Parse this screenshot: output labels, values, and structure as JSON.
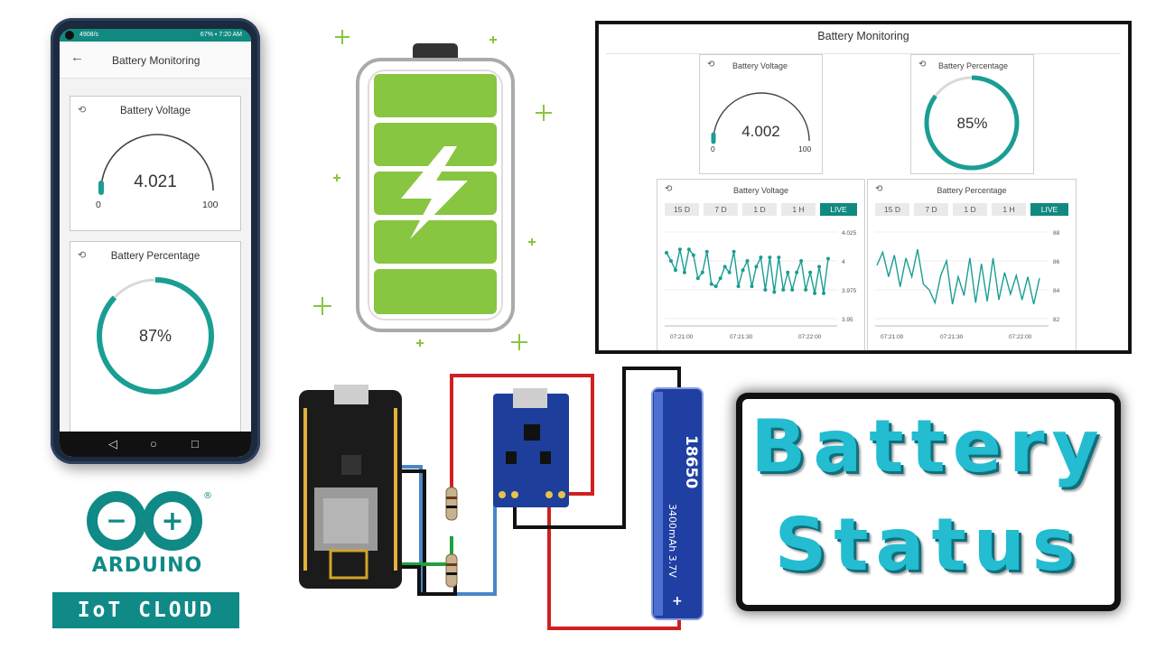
{
  "phone": {
    "status_left": "4908/s",
    "status_right": "67% ▪ 7:20 AM",
    "app_title": "Battery Monitoring",
    "voltage_card": {
      "title": "Battery Voltage",
      "value": "4.021",
      "min": "0",
      "max": "100"
    },
    "percentage_card": {
      "title": "Battery Percentage",
      "value": "87%",
      "level": 0.87
    }
  },
  "dashboard": {
    "title": "Battery Monitoring",
    "voltage_gauge": {
      "title": "Battery Voltage",
      "value": "4.002",
      "min": "0",
      "max": "100"
    },
    "percentage_gauge": {
      "title": "Battery Percentage",
      "value": "85%",
      "level": 0.85
    },
    "tabs": [
      "15 D",
      "7 D",
      "1 D",
      "1 H",
      "LIVE"
    ],
    "voltage_chart": {
      "title": "Battery Voltage",
      "y_ticks": [
        "4.025",
        "4",
        "3.975",
        "3.95"
      ],
      "x_ticks": [
        "07:21:00",
        "07:21:30",
        "07:22:00"
      ]
    },
    "percentage_chart": {
      "title": "Battery Percentage",
      "y_ticks": [
        "88",
        "86",
        "84",
        "82"
      ],
      "x_ticks": [
        "07:21:00",
        "07:21:30",
        "07:22:00"
      ]
    }
  },
  "chart_data": [
    {
      "type": "line",
      "title": "Battery Voltage",
      "ylim": [
        3.95,
        4.025
      ],
      "yticks": [
        3.95,
        3.975,
        4,
        4.025
      ],
      "xticks": [
        "07:21:00",
        "07:21:30",
        "07:22:00"
      ],
      "color": "#1a9e94",
      "values": [
        4.007,
        4.0,
        3.992,
        4.01,
        3.99,
        4.01,
        4.005,
        3.985,
        3.99,
        4.008,
        3.98,
        3.978,
        3.985,
        3.995,
        3.99,
        4.008,
        3.978,
        3.992,
        4.0,
        3.978,
        3.995,
        4.003,
        3.975,
        4.003,
        3.973,
        4.003,
        3.975,
        3.99,
        3.975,
        3.99,
        4.0,
        3.975,
        3.99,
        3.972,
        3.995,
        3.972,
        4.002
      ]
    },
    {
      "type": "line",
      "title": "Battery Percentage",
      "ylim": [
        82,
        88
      ],
      "yticks": [
        82,
        84,
        86,
        88
      ],
      "xticks": [
        "07:21:00",
        "07:21:30",
        "07:22:00"
      ],
      "color": "#1a9e94",
      "values": [
        85.7,
        86.6,
        84.9,
        86.4,
        84.2,
        86.2,
        84.9,
        86.8,
        84.4,
        84.0,
        83.1,
        85.0,
        86.0,
        83.0,
        84.9,
        83.6,
        86.2,
        83.1,
        85.8,
        83.2,
        86.2,
        83.3,
        85.2,
        83.7,
        85.0,
        83.3,
        84.9,
        83.0,
        84.8
      ]
    }
  ],
  "battery_cell": {
    "model": "18650",
    "spec": "3400mAh 3.7V",
    "plus": "+"
  },
  "title_box": {
    "line1": "Battery",
    "line2": "Status"
  },
  "logo": {
    "wordmark": "ARDUINO",
    "reg": "®",
    "sub": "IoT CLOUD",
    "minus": "−",
    "plus": "+"
  },
  "colors": {
    "teal": "#108a86",
    "cyan": "#23bcd0",
    "battery_green": "#88c540"
  }
}
